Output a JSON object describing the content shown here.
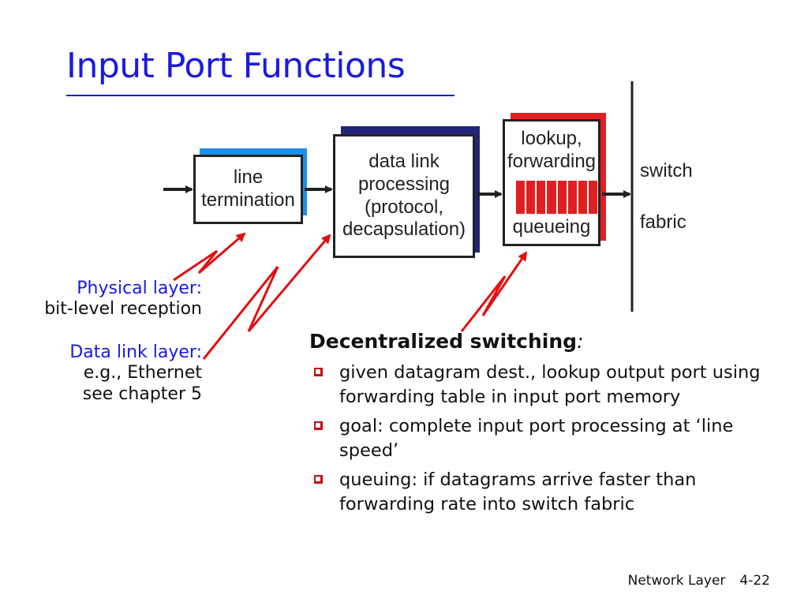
{
  "title": "Input Port Functions",
  "diagram": {
    "box_line_termination": "line\ntermination",
    "box_data_link": "data link\nprocessing\n(protocol,\ndecapsulation)",
    "box_lookup_top": "lookup,\nforwarding",
    "box_lookup_bottom": "queueing",
    "switch_fabric_1": "switch",
    "switch_fabric_2": "fabric"
  },
  "side_labels": {
    "physical": {
      "heading": "Physical layer:",
      "body": "bit-level reception"
    },
    "data_link": {
      "heading": "Data link layer:",
      "body1": "e.g., Ethernet",
      "body2": "see chapter 5"
    }
  },
  "content": {
    "heading": "Decentralized switching",
    "heading_colon": ":",
    "bullets": [
      "given datagram dest., lookup output port using forwarding table in input port memory",
      "goal: complete input port processing at ‘line speed’",
      "queuing: if datagrams arrive faster than forwarding rate into switch fabric"
    ]
  },
  "footer": {
    "section": "Network Layer",
    "page": "4-22"
  },
  "colors": {
    "title": "#1a1ae0",
    "line_termination_shadow": "#1e90e8",
    "data_link_shadow": "#23237a",
    "lookup_shadow": "#e02020",
    "annotation_lines": "#e01010"
  }
}
